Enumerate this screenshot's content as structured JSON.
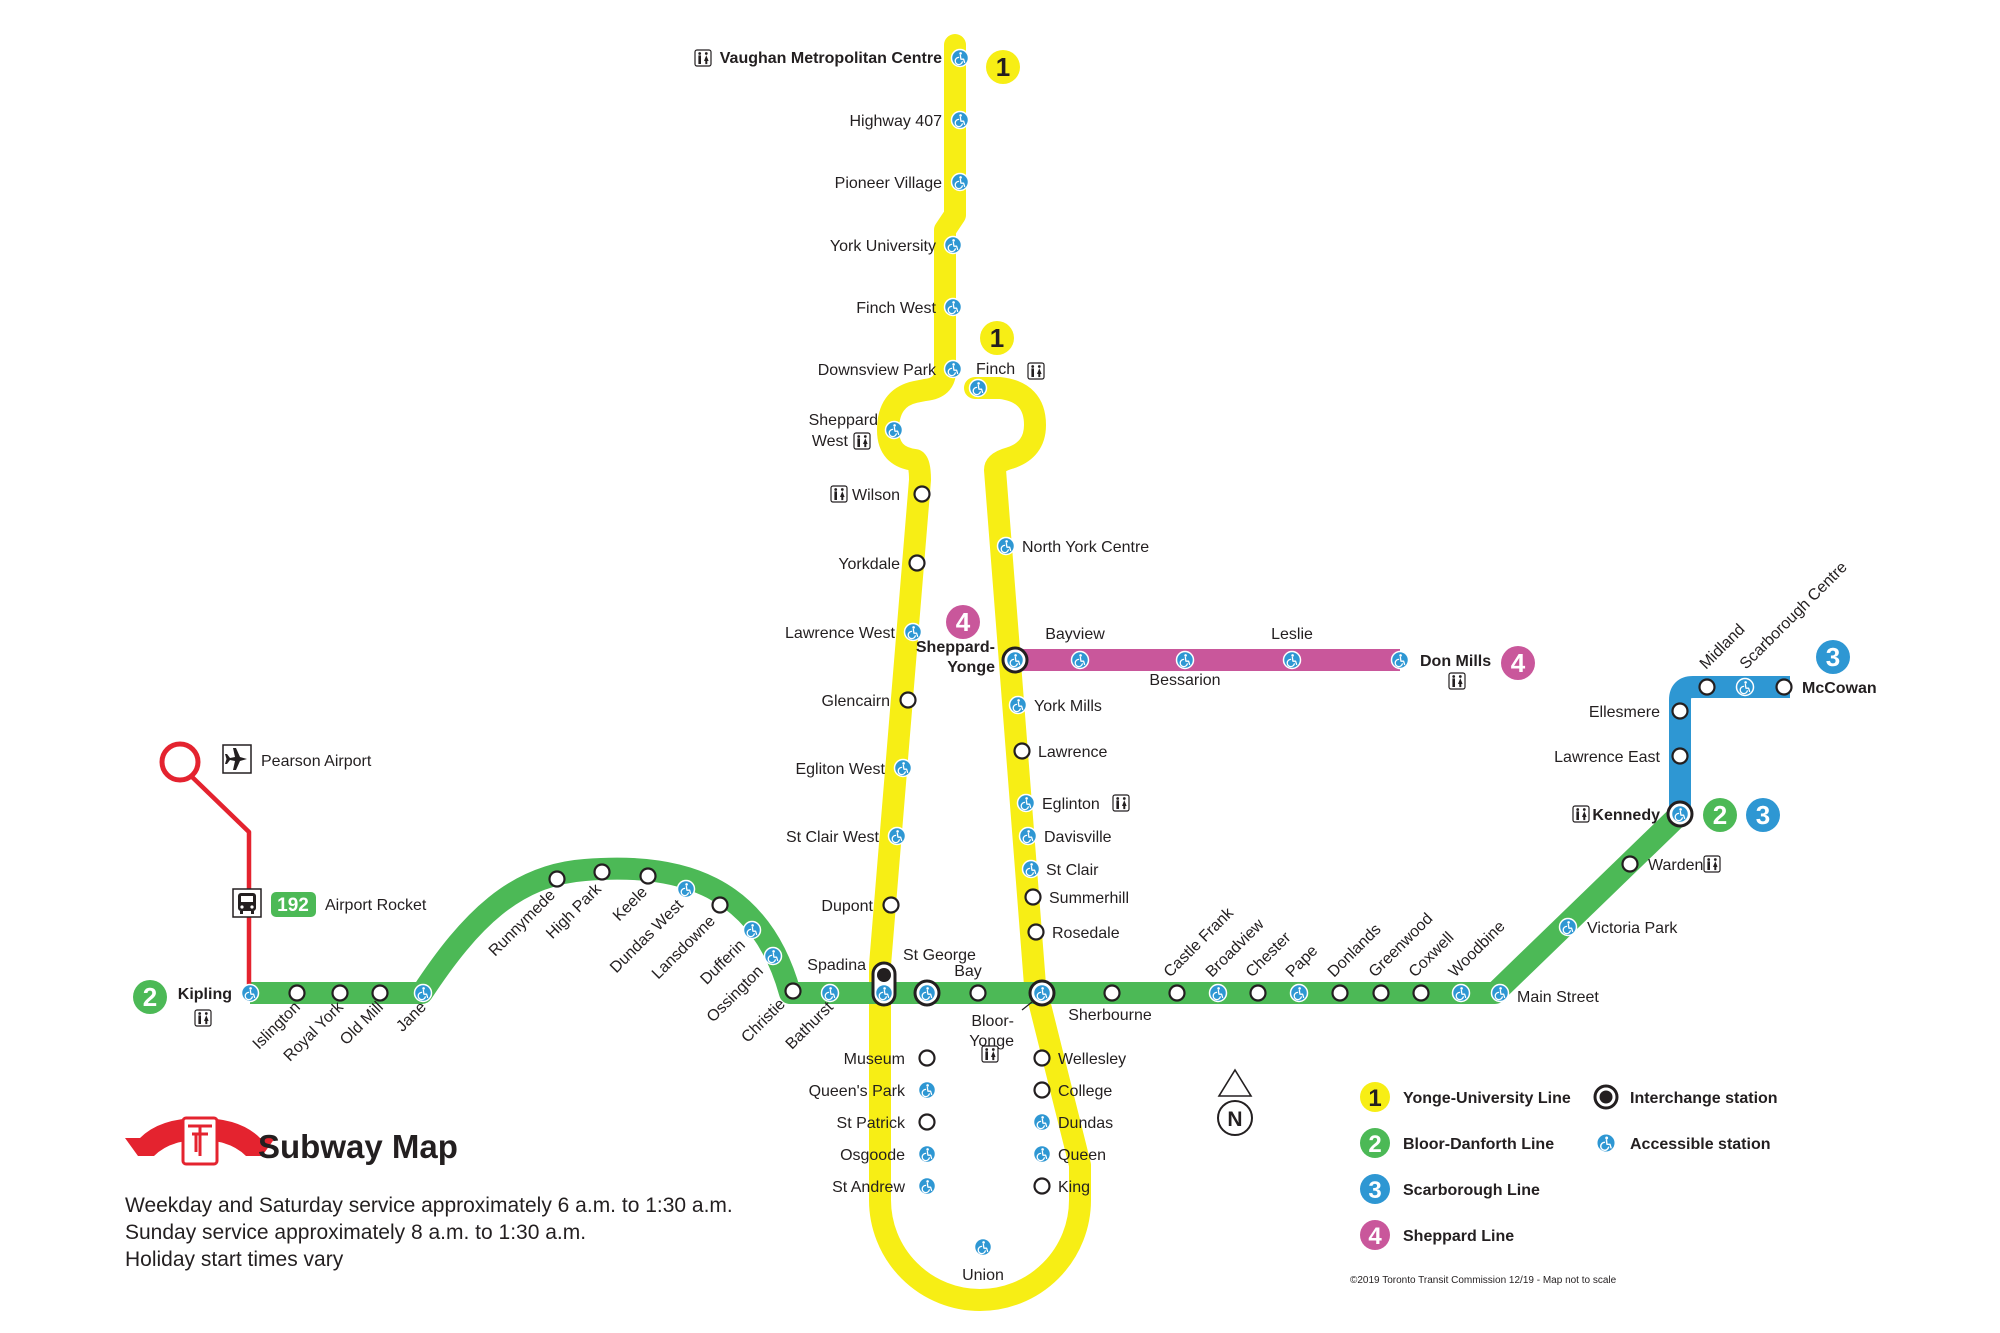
{
  "title": "Subway Map",
  "service_notes": [
    "Weekday and Saturday service approximately 6 a.m. to 1:30 a.m.",
    "Sunday service approximately 8 a.m. to 1:30 a.m.",
    "Holiday start times vary"
  ],
  "copyright": "©2019 Toronto Transit Commission 12/19 - Map not to scale",
  "colors": {
    "line1": "#f7ee15",
    "line2": "#4cb956",
    "line3": "#2e97d3",
    "line4": "#c9579b",
    "airport_rocket": "#e4232f",
    "accessible": "#2e97d3",
    "brand": "#e4232f"
  },
  "line_badges": {
    "line1": "1",
    "line2": "2",
    "line3": "3",
    "line4": "4"
  },
  "airport": {
    "label": "Pearson Airport",
    "icon": "airplane-icon"
  },
  "airport_rocket": {
    "route": "192",
    "label": "Airport Rocket",
    "icon": "bus-icon"
  },
  "north_arrow": "N",
  "legend": [
    {
      "badge": "1",
      "label": "Yonge-University Line",
      "color": "#f7ee15",
      "badge_text": "#231f20"
    },
    {
      "badge": "2",
      "label": "Bloor-Danforth Line",
      "color": "#4cb956",
      "badge_text": "#ffffff"
    },
    {
      "badge": "3",
      "label": "Scarborough Line",
      "color": "#2e97d3",
      "badge_text": "#ffffff"
    },
    {
      "badge": "4",
      "label": "Sheppard Line",
      "color": "#c9579b",
      "badge_text": "#ffffff"
    }
  ],
  "legend_symbols": [
    {
      "label": "Interchange station",
      "icon": "interchange-icon"
    },
    {
      "label": "Accessible station",
      "icon": "accessible-icon"
    }
  ],
  "stations": {
    "vaughan": "Vaughan Metropolitan Centre",
    "highway407": "Highway 407",
    "pioneer": "Pioneer Village",
    "yorku": "York University",
    "finchwest": "Finch West",
    "downsview": "Downsview Park",
    "finch": "Finch",
    "sheppardwest1": "Sheppard",
    "sheppardwest2": "West",
    "wilson": "Wilson",
    "yorkdale": "Yorkdale",
    "lawrencewest": "Lawrence West",
    "glencairn": "Glencairn",
    "eglintonwest": "Egliton West",
    "stclairwest": "St Clair West",
    "dupont": "Dupont",
    "spadina": "Spadina",
    "stgeorge": "St George",
    "museum": "Museum",
    "queenspark": "Queen's Park",
    "stpatrick": "St Patrick",
    "osgoode": "Osgoode",
    "standrew": "St Andrew",
    "union": "Union",
    "king": "King",
    "queen": "Queen",
    "dundas": "Dundas",
    "college": "College",
    "wellesley": "Wellesley",
    "bloor1": "Bloor-",
    "bloor2": "Yonge",
    "rosedale": "Rosedale",
    "summerhill": "Summerhill",
    "stclair": "St Clair",
    "davisville": "Davisville",
    "eglinton": "Eglinton",
    "lawrence": "Lawrence",
    "yorkmills": "York Mills",
    "sy1": "Sheppard-",
    "sy2": "Yonge",
    "nyc": "North York Centre",
    "bayview": "Bayview",
    "bessarion": "Bessarion",
    "leslie": "Leslie",
    "donmills": "Don Mills",
    "kipling": "Kipling",
    "islington": "Islington",
    "royalyork": "Royal York",
    "oldmill": "Old Mill",
    "jane": "Jane",
    "runnymede": "Runnymede",
    "highpark": "High Park",
    "keele": "Keele",
    "dundaswest": "Dundas West",
    "lansdowne": "Lansdowne",
    "dufferin": "Dufferin",
    "ossington": "Ossington",
    "christie": "Christie",
    "bathurst": "Bathurst",
    "bay": "Bay",
    "sherbourne": "Sherbourne",
    "castlefrank": "Castle Frank",
    "broadview": "Broadview",
    "chester": "Chester",
    "pape": "Pape",
    "donlands": "Donlands",
    "greenwood": "Greenwood",
    "coxwell": "Coxwell",
    "woodbine": "Woodbine",
    "mainstreet": "Main Street",
    "victoriapark": "Victoria Park",
    "warden": "Warden",
    "kennedy": "Kennedy",
    "lawrenceeast": "Lawrence East",
    "ellesmere": "Ellesmere",
    "midland": "Midland",
    "scarcentre": "Scarborough Centre",
    "mccowan": "McCowan"
  }
}
